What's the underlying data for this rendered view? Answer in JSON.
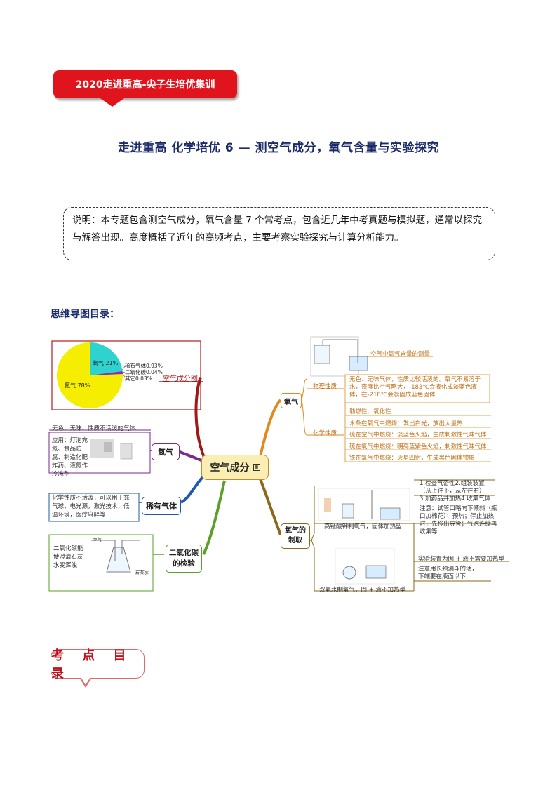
{
  "banner": "2020走进重高-尖子生培优集训",
  "title": "走进重高 化学培优 6 — 测空气成分，氧气含量与实验探究",
  "note": "说明：本专题包含测空气成分，氧气含量 7 个常考点，包含近几年中考真题与模拟题，通常以探究与解答出现。高度概括了近年的高频考点，主要考察实验探究与计算分析能力。",
  "mindmap_heading": "思维导图目录：",
  "mindmap": {
    "center": "空气成分",
    "pie": {
      "label": "空气成分图",
      "oxygen": "氧气 21%",
      "nitrogen": "氮气 78%",
      "legend1": "稀有气体0.93%",
      "legend2": "二氧化碳0.04%",
      "legend3": "其它0.03%"
    },
    "nitrogen": {
      "node": "氮气",
      "prop": "无色、无味、性质不活泼的气体。",
      "use": [
        "应用：灯泡充",
        "氮、食品防",
        "腐、制造化肥",
        "炸药、液氮作",
        "冷冻剂"
      ]
    },
    "noble": {
      "node": "稀有气体",
      "lines": [
        "化学性质不活泼，可以用于充",
        "气球，电光源，激光技术，低",
        "温环境，医疗麻醉等"
      ]
    },
    "co2": {
      "node1": "二氧化碳",
      "node2": "的检验",
      "lines": [
        "二氧化碳能",
        "使澄清石灰",
        "水变浑浊"
      ],
      "label_air": "空气",
      "label_water": "石灰水"
    },
    "oxygen": {
      "node": "氧气",
      "measure": "空气中氧气含量的测量",
      "phys_label": "物理性质",
      "phys": [
        "无色、无味气体，性质比较活泼的。氧气不易溶于",
        "水，密度比空气略大，-183℃会液化成淡蓝色液",
        "体，在-218℃会凝固成蓝色固体"
      ],
      "chem_label": "化学性质",
      "chem": [
        "助燃性、氧化性",
        "木条在氧气中燃烧：发出白光，放出大量热",
        "硫在空气中燃烧：淡蓝色火焰，生成刺激性气味气体",
        "硫在氧气中燃烧：明亮蓝紫色火焰，刺激性气味气体",
        "铁在氧气中燃烧：火星四射，生成黑色固体物质"
      ]
    },
    "prep": {
      "node1": "氧气的",
      "node2": "制取",
      "kmno4_caption": "高锰酸钾制氧气，固体加热型",
      "kmno4_steps": [
        "1.检查气密性2.组装装置",
        "（从上往下，从左往右）",
        "3.加药品并加热4.收集气体"
      ],
      "kmno4_notes": [
        "注意：试管口略向下倾斜（瓶",
        "口加棉花）；预热；停止加热",
        "时，先移出导管；气泡连续再",
        "收集等"
      ],
      "h2o2_caption": "双氧水制氧气，固 + 液不加热型",
      "h2o2_a": "实验装置为固 + 液不需要加热型",
      "h2o2_b": [
        "注意用长颈漏斗的话，",
        "下端要在液面以下"
      ]
    }
  },
  "callout": "考 点 目 录"
}
